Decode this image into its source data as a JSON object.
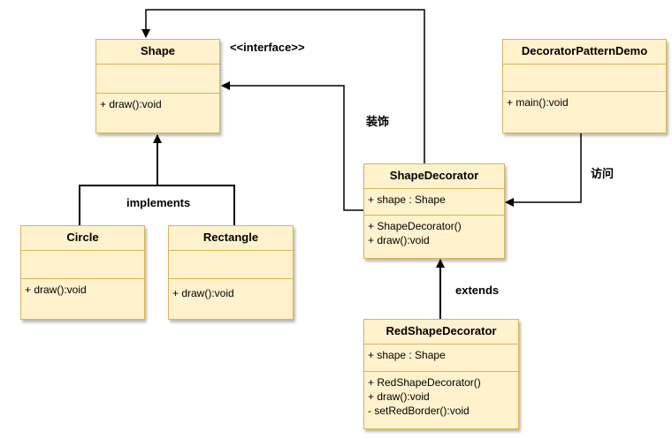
{
  "classes": {
    "shape": {
      "name": "Shape",
      "attributes": [],
      "methods": [
        "+ draw():void"
      ]
    },
    "decoratorDemo": {
      "name": "DecoratorPatternDemo",
      "attributes": [],
      "methods": [
        "+ main():void"
      ]
    },
    "shapeDecorator": {
      "name": "ShapeDecorator",
      "attributes": [
        "+ shape : Shape"
      ],
      "methods": [
        "+ ShapeDecorator()",
        "+ draw():void"
      ]
    },
    "circle": {
      "name": "Circle",
      "attributes": [],
      "methods": [
        "+ draw():void"
      ]
    },
    "rectangle": {
      "name": "Rectangle",
      "attributes": [],
      "methods": [
        "+ draw():void"
      ]
    },
    "redShapeDecorator": {
      "name": "RedShapeDecorator",
      "attributes": [
        "+ shape : Shape"
      ],
      "methods": [
        "+ RedShapeDecorator()",
        "+ draw():void",
        "- setRedBorder():void"
      ]
    }
  },
  "labels": {
    "interface": "<<interface>>",
    "decorate": "装饰",
    "visit": "访问",
    "implements": "implements",
    "extends": "extends"
  },
  "colors": {
    "fill": "#fff2cc",
    "stroke": "#d6b656",
    "edge": "#000000"
  }
}
